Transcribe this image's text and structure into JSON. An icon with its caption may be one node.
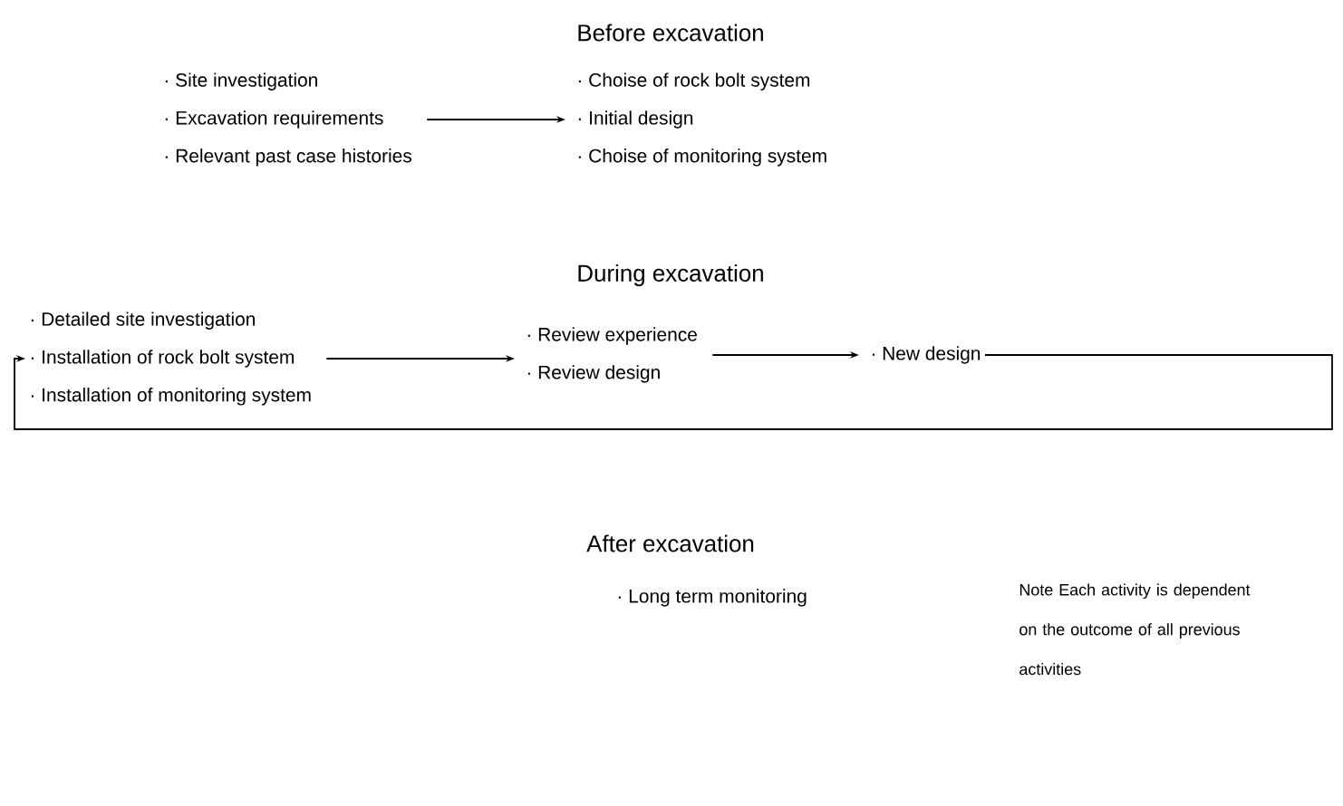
{
  "diagram": {
    "nodes": [
      {
        "text": [
          "· Site investigation",
          "· Excavation requirements",
          "· Relevant past case histories"
        ]
      },
      {
        "text": [
          "· Choise of rock bolt system",
          "· Initial design",
          "· Choise of monitoring system"
        ]
      },
      {
        "text": [
          "· Detailed site investigation",
          "· Installation of rock bolt system",
          "· Installation of monitoring system"
        ]
      },
      {
        "text": [
          "· Review experience",
          "· Review design"
        ]
      },
      {
        "text": [
          "· New design"
        ]
      }
    ],
    "edges": [
      {
        "from": 0,
        "to": 1,
        "arrow": "to"
      },
      {
        "from": 2,
        "to": 3,
        "arrow": "to"
      },
      {
        "from": 3,
        "to": 4,
        "arrow": "to"
      },
      {
        "from": 4,
        "to": 2,
        "arrow": "to"
      }
    ],
    "labels": [
      "Before excavation",
      "During excavation",
      "After excavation",
      "· Long term monitoring",
      "Note Each activity is dependent on the outcome of all previous activities"
    ]
  }
}
